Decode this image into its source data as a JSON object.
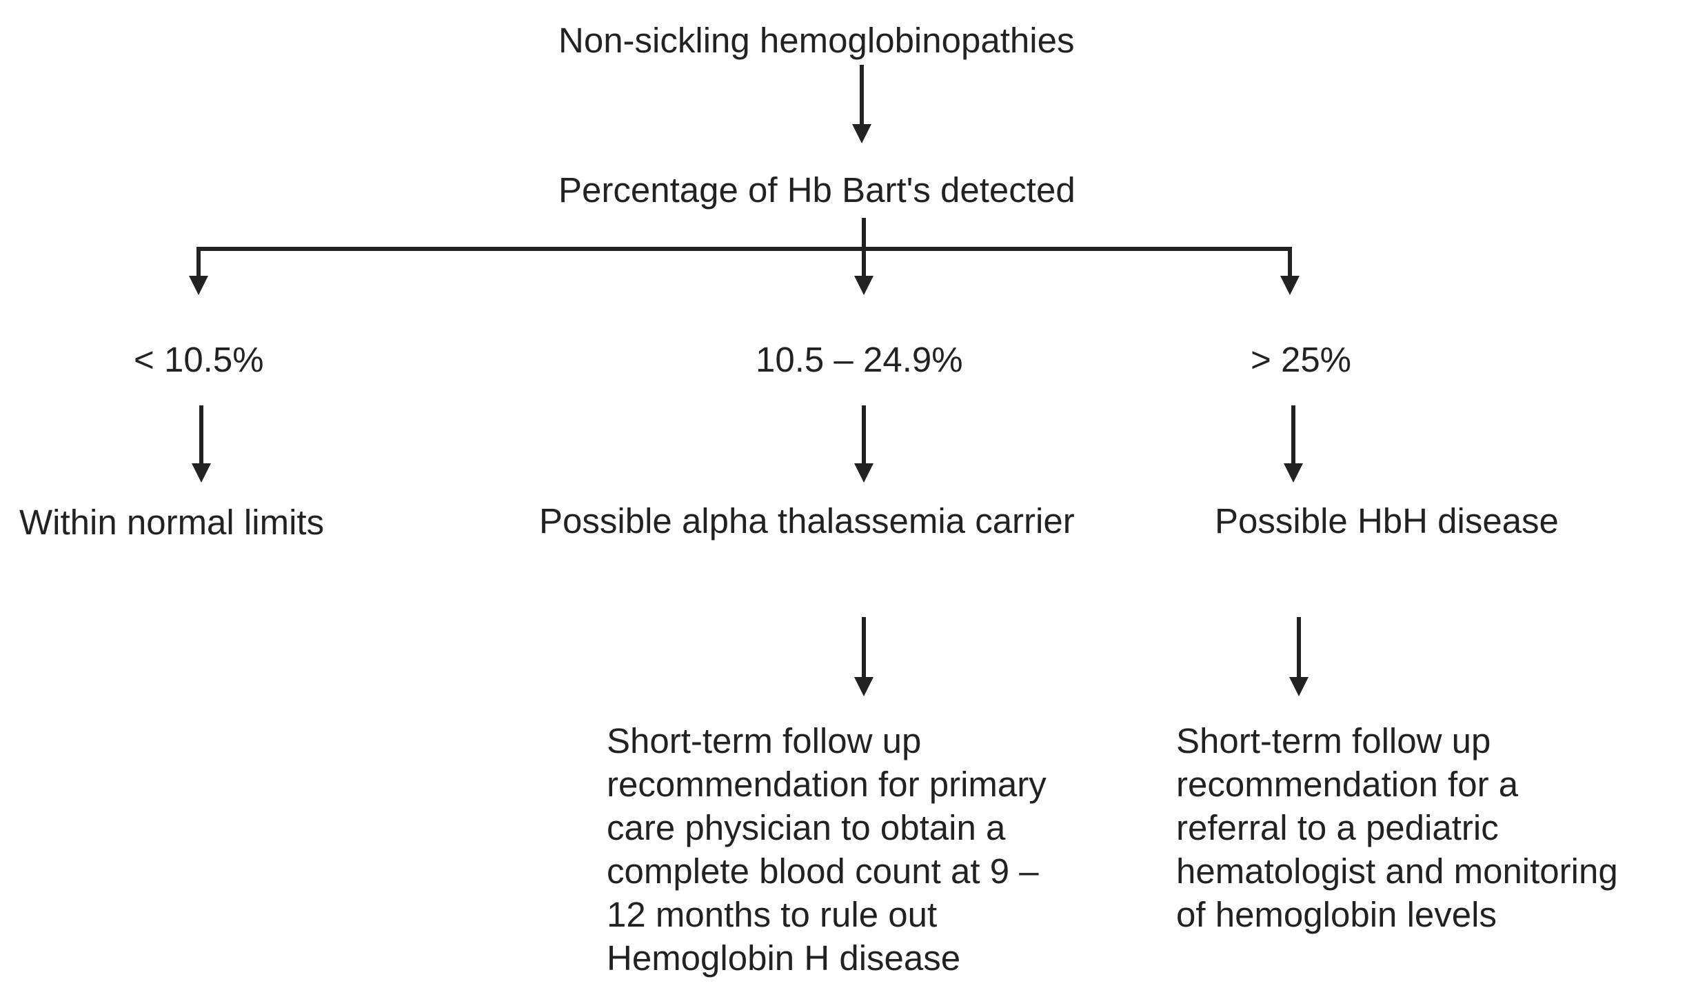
{
  "root": {
    "label": "Non-sickling hemoglobinopathies"
  },
  "test": {
    "label": "Percentage of Hb Bart's detected"
  },
  "branches": [
    {
      "range": "< 10.5%",
      "result": "Within normal limits",
      "followup": ""
    },
    {
      "range": "10.5 – 24.9%",
      "result": "Possible alpha  thalassemia carrier",
      "followup": "Short-term follow up\nrecommendation for primary\ncare physician to obtain a\ncomplete blood count at 9 –\n12  months to rule out\nHemoglobin H disease"
    },
    {
      "range": "> 25%",
      "result": "Possible HbH disease",
      "followup": "Short-term follow up\nrecommendation for a\nreferral to a pediatric\nhematologist and monitoring\nof hemoglobin levels"
    }
  ],
  "colors": {
    "ink": "#222222",
    "background": "#ffffff"
  }
}
